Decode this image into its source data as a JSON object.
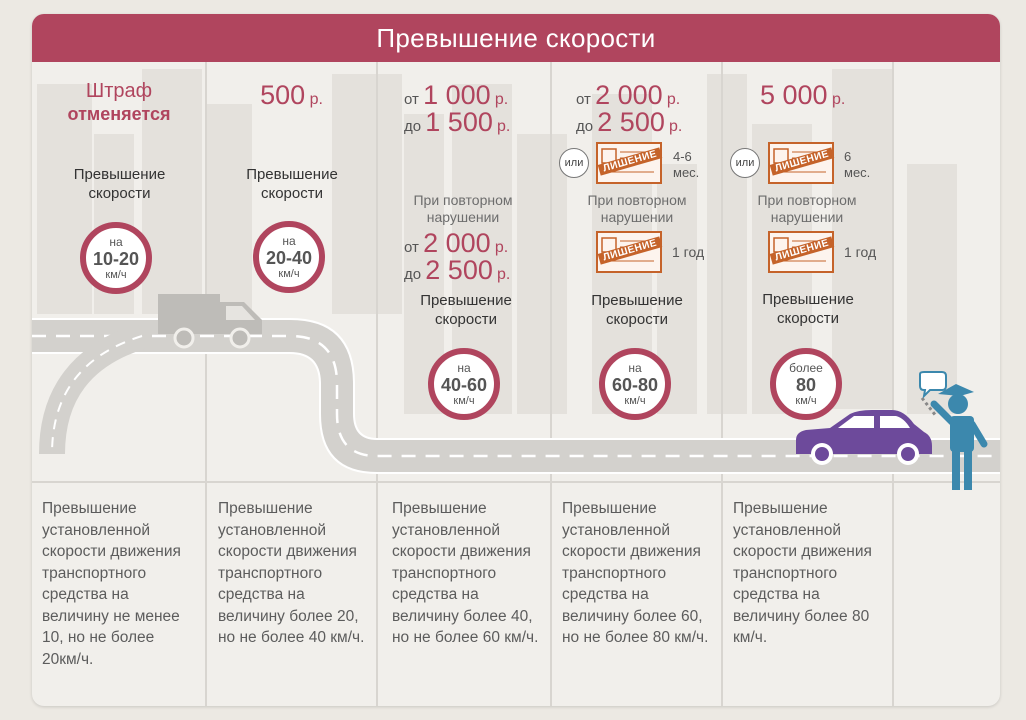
{
  "title": "Превышение скорости",
  "columns": [
    {
      "fine_line1": "Штраф",
      "fine_line2": "отменяется",
      "label": "Превышение скорости",
      "sign": {
        "top": "на",
        "value": "10-20",
        "unit": "км/ч"
      },
      "description": "Превышение установленной скорости движения транспортного средства на величину не менее 10, но не более 20км/ч."
    },
    {
      "fine_amount": "500",
      "fine_unit": "р.",
      "label": "Превышение скорости",
      "sign": {
        "top": "на",
        "value": "20-40",
        "unit": "км/ч"
      },
      "description": "Превышение установленной скорости движения транспортного средства на величину более 20, но не более 40 км/ч."
    },
    {
      "from_prefix": "от",
      "from_amount": "1 000",
      "to_prefix": "до",
      "to_amount": "1 500",
      "unit": "р.",
      "repeat_label": "При повторном нарушении",
      "repeat_from_prefix": "от",
      "repeat_from_amount": "2 000",
      "repeat_to_prefix": "до",
      "repeat_to_amount": "2 500",
      "label": "Превышение скорости",
      "sign": {
        "top": "на",
        "value": "40-60",
        "unit": "км/ч"
      },
      "description": "Превышение установленной скорости движения транспортного средства на величину более 40, но не более 60 км/ч."
    },
    {
      "from_prefix": "от",
      "from_amount": "2 000",
      "to_prefix": "до",
      "to_amount": "2 500",
      "unit": "р.",
      "or_label": "или",
      "deprivation_label": "ЛИШЕНИЕ",
      "deprivation_term_1": "4-6",
      "deprivation_term_2": "мес.",
      "repeat_label": "При повторном нарушении",
      "repeat_deprivation_label": "ЛИШЕНИЕ",
      "repeat_term": "1 год",
      "label": "Превышение скорости",
      "sign": {
        "top": "на",
        "value": "60-80",
        "unit": "км/ч"
      },
      "description": "Превышение установленной скорости движения транспортного средства на величину более 60, но не более 80 км/ч."
    },
    {
      "fine_amount": "5 000",
      "fine_unit": "р.",
      "or_label": "или",
      "deprivation_label": "ЛИШЕНИЕ",
      "deprivation_term_1": "6",
      "deprivation_term_2": "мес.",
      "repeat_label": "При повторном нарушении",
      "repeat_deprivation_label": "ЛИШЕНИЕ",
      "repeat_term": "1 год",
      "label": "Превышение скорости",
      "sign": {
        "top": "более",
        "value": "80",
        "unit": "км/ч"
      },
      "description": "Превышение установленной скорости движения транспортного средства на величину более 80 км/ч."
    }
  ],
  "colors": {
    "accent": "#b0455e",
    "road": "#d3d1cd",
    "divider": "#d8d5d0",
    "car": "#6d4a9b",
    "truck": "#bebcb8",
    "officer": "#3c88ad",
    "stamp": "#c5632a"
  },
  "icons": [
    "truck-icon",
    "car-icon",
    "police-officer-icon",
    "speech-bubble-icon",
    "license-deprivation-icon"
  ]
}
